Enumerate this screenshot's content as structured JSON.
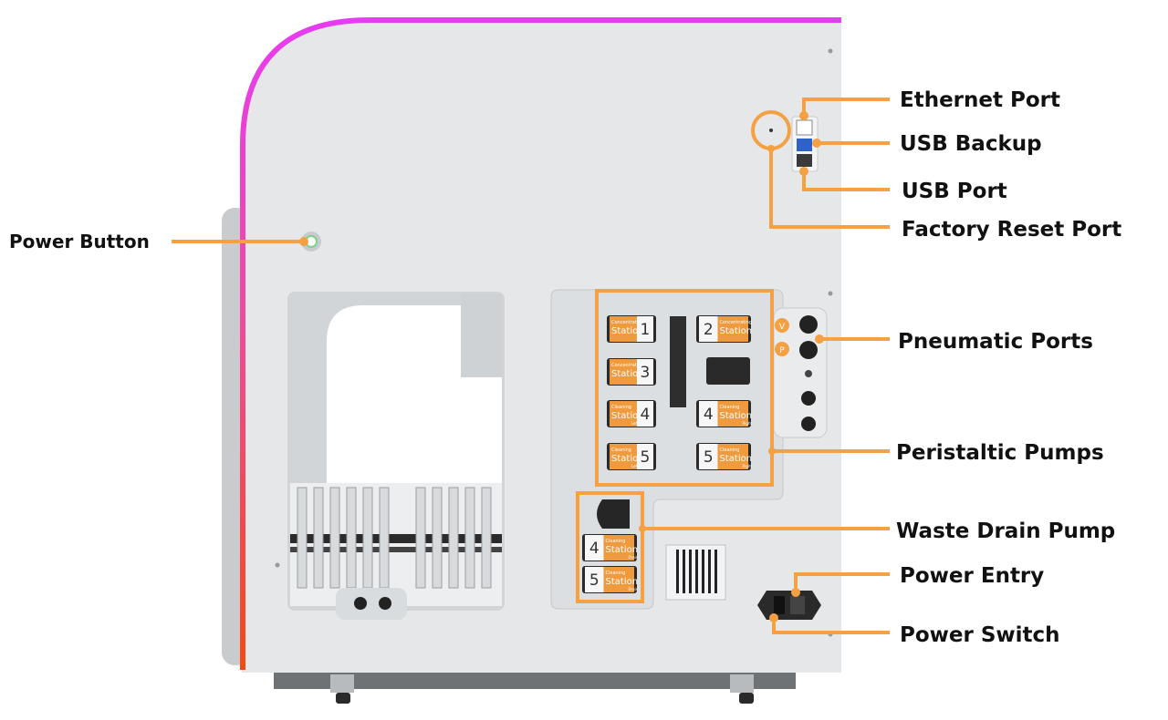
{
  "callouts": {
    "power_button": "Power Button",
    "ethernet_port": "Ethernet Port",
    "usb_backup": "USB Backup",
    "usb_port": "USB Port",
    "factory_reset_port": "Factory Reset Port",
    "pneumatic_ports": "Pneumatic Ports",
    "peristaltic_pumps": "Peristaltic Pumps",
    "waste_drain_pump": "Waste Drain Pump",
    "power_entry": "Power Entry",
    "power_switch": "Power Switch"
  },
  "pneumatic_port_labels": [
    "V",
    "P"
  ],
  "pumps": [
    {
      "title": "Concentrating",
      "station": "Station",
      "number": "1",
      "sub": ""
    },
    {
      "title": "Concentrating",
      "station": "Station",
      "number": "2",
      "sub": ""
    },
    {
      "title": "Concentrating",
      "station": "Station",
      "number": "3",
      "sub": ""
    },
    {
      "title": "Cleaning",
      "station": "Station",
      "number": "4",
      "sub": "Left"
    },
    {
      "title": "Cleaning",
      "station": "Station",
      "number": "4",
      "sub": "Right"
    },
    {
      "title": "Cleaning",
      "station": "Station",
      "number": "5",
      "sub": "Left"
    },
    {
      "title": "Cleaning",
      "station": "Station",
      "number": "5",
      "sub": "Right"
    }
  ],
  "drain_pumps": [
    {
      "title": "Cleaning",
      "station": "Station",
      "number": "4",
      "sub": "Drain"
    },
    {
      "title": "Cleaning",
      "station": "Station",
      "number": "5",
      "sub": "Drain"
    }
  ],
  "colors": {
    "callout": "#F5A042",
    "body": "#E4E6E7",
    "edge_top": "#E83CF0",
    "edge_bottom": "#F24A1A",
    "pump_orange": "#F09A3E"
  }
}
